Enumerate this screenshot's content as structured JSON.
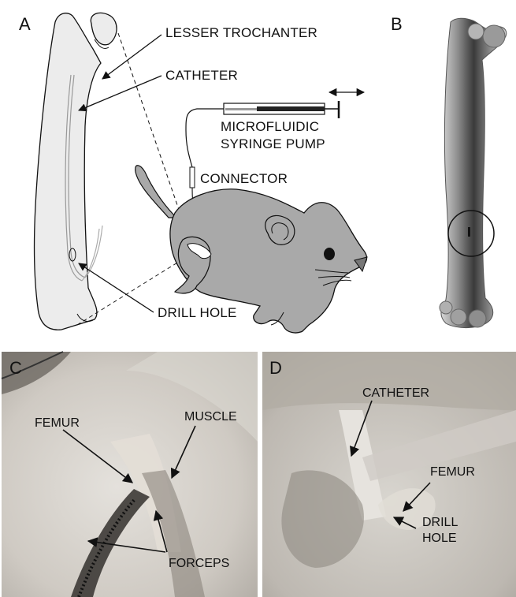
{
  "panel_a": {
    "letter": "A",
    "labels": {
      "lesser_trochanter": "LESSER TROCHANTER",
      "catheter": "CATHETER",
      "pump_line1": "MICROFLUIDIC",
      "pump_line2": "SYRINGE PUMP",
      "connector": "CONNECTOR",
      "drill_hole": "DRILL HOLE"
    }
  },
  "panel_b": {
    "letter": "B"
  },
  "panel_c": {
    "letter": "C",
    "labels": {
      "femur": "FEMUR",
      "muscle": "MUSCLE",
      "forceps": "FORCEPS"
    }
  },
  "panel_d": {
    "letter": "D",
    "labels": {
      "catheter": "CATHETER",
      "femur": "FEMUR",
      "drill_line1": "DRILL",
      "drill_line2": "HOLE"
    }
  },
  "colors": {
    "bone_fill": "#ececec",
    "mouse_fill": "#a9a9a9",
    "photo_tone": "#c9c6c2",
    "line": "#111111"
  }
}
